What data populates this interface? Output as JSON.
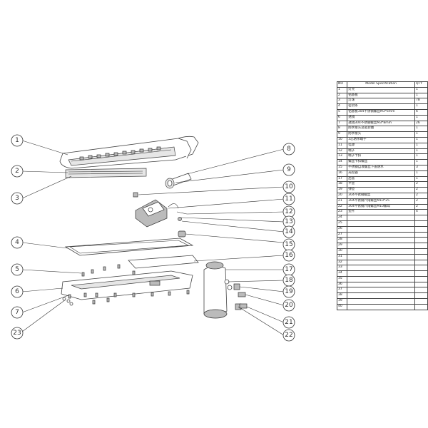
{
  "bom": {
    "headers": {
      "no": "NO",
      "spec": "Model Specification",
      "qty": "QTY"
    },
    "rows": [
      {
        "no": "1",
        "spec": "灯壳",
        "qty": "1"
      },
      {
        "no": "2",
        "spec": "铝基板",
        "qty": "1"
      },
      {
        "no": "3",
        "spec": "灯珠",
        "qty": "78"
      },
      {
        "no": "4",
        "spec": "密封条",
        "qty": "1"
      },
      {
        "no": "5",
        "spec": "铝基板304不锈钢螺丝M3*6mm",
        "qty": "6"
      },
      {
        "no": "6",
        "spec": "透镜",
        "qty": "1"
      },
      {
        "no": "7",
        "spec": "透镜304不锈钢螺丝M3*8mm",
        "qty": "26"
      },
      {
        "no": "8",
        "spec": "防水接头及密封圈",
        "qty": "1"
      },
      {
        "no": "9",
        "spec": "防水接头",
        "qty": "1"
      },
      {
        "no": "10",
        "spec": "3芯防水端子",
        "qty": "1"
      },
      {
        "no": "11",
        "spec": "电源",
        "qty": "1"
      },
      {
        "no": "12",
        "spec": "端子",
        "qty": "1"
      },
      {
        "no": "13",
        "spec": "端子卡扣",
        "qty": "1"
      },
      {
        "no": "14",
        "spec": "螺丝卡扣螺丝",
        "qty": "1"
      },
      {
        "no": "15",
        "spec": "不锈钢自攻螺丝下盖防水",
        "qty": "3"
      },
      {
        "no": "16",
        "spec": "光控器",
        "qty": "1"
      },
      {
        "no": "17",
        "spec": "后盖",
        "qty": "1"
      },
      {
        "no": "18",
        "spec": "平垫",
        "qty": "2"
      },
      {
        "no": "19",
        "spec": "弹垫",
        "qty": "2"
      },
      {
        "no": "20",
        "spec": "304不锈钢螺丝",
        "qty": "2"
      },
      {
        "no": "21",
        "spec": "304不锈钢六角螺丝M10*25",
        "qty": "2"
      },
      {
        "no": "22",
        "spec": "304不锈钢六角螺丝M10螺母",
        "qty": "2"
      },
      {
        "no": "23",
        "spec": "垫片",
        "qty": "4"
      },
      {
        "no": "24",
        "spec": "",
        "qty": ""
      },
      {
        "no": "25",
        "spec": "",
        "qty": ""
      },
      {
        "no": "26",
        "spec": "",
        "qty": ""
      },
      {
        "no": "27",
        "spec": "",
        "qty": ""
      },
      {
        "no": "28",
        "spec": "",
        "qty": ""
      },
      {
        "no": "29",
        "spec": "",
        "qty": ""
      },
      {
        "no": "30",
        "spec": "",
        "qty": ""
      },
      {
        "no": "31",
        "spec": "",
        "qty": ""
      },
      {
        "no": "32",
        "spec": "",
        "qty": ""
      },
      {
        "no": "33",
        "spec": "",
        "qty": ""
      },
      {
        "no": "34",
        "spec": "",
        "qty": ""
      },
      {
        "no": "35",
        "spec": "",
        "qty": ""
      },
      {
        "no": "36",
        "spec": "",
        "qty": ""
      },
      {
        "no": "37",
        "spec": "",
        "qty": ""
      },
      {
        "no": "38",
        "spec": "",
        "qty": ""
      },
      {
        "no": "39",
        "spec": "",
        "qty": ""
      },
      {
        "no": "40",
        "spec": "",
        "qty": ""
      }
    ]
  },
  "callouts": [
    {
      "id": "1",
      "label": "1"
    },
    {
      "id": "2",
      "label": "2"
    },
    {
      "id": "3",
      "label": "3"
    },
    {
      "id": "4",
      "label": "4"
    },
    {
      "id": "5",
      "label": "5"
    },
    {
      "id": "6",
      "label": "6"
    },
    {
      "id": "7",
      "label": "7"
    },
    {
      "id": "8",
      "label": "8"
    },
    {
      "id": "9",
      "label": "9"
    },
    {
      "id": "10",
      "label": "10"
    },
    {
      "id": "11",
      "label": "11"
    },
    {
      "id": "12",
      "label": "12"
    },
    {
      "id": "13",
      "label": "13"
    },
    {
      "id": "14",
      "label": "14"
    },
    {
      "id": "15",
      "label": "15"
    },
    {
      "id": "16",
      "label": "16"
    },
    {
      "id": "17",
      "label": "17"
    },
    {
      "id": "18",
      "label": "18"
    },
    {
      "id": "19",
      "label": "19"
    },
    {
      "id": "20",
      "label": "20"
    },
    {
      "id": "21",
      "label": "21"
    },
    {
      "id": "22",
      "label": "22"
    },
    {
      "id": "23",
      "label": "23"
    }
  ]
}
